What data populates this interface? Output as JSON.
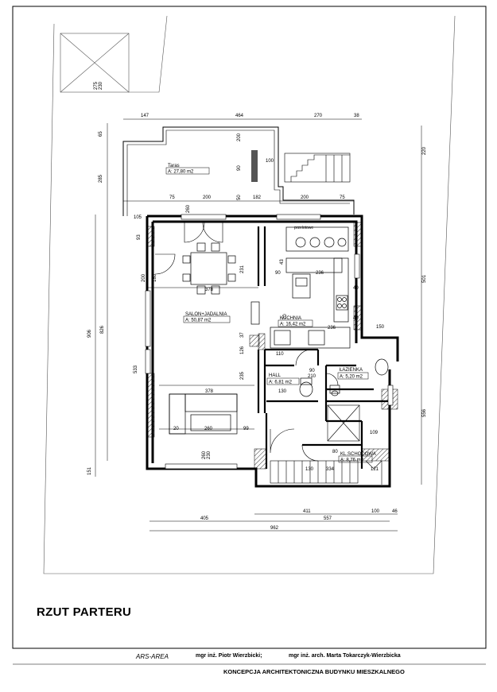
{
  "sheet_title": "RZUT PARTERU",
  "title_block": {
    "firm": "ARS-AREA",
    "author1": "mgr inż. Piotr Wierzbicki;",
    "author2": "mgr inż. arch. Marta Tokarczyk-Wierzbicka",
    "project": "KONCEPCJA ARCHITEKTONICZNA BUDYNKU MIESZKALNEGO"
  },
  "rooms": {
    "taras": {
      "name": "Taras",
      "area": "A: 27,80 m2"
    },
    "salon": {
      "name": "SALON+JADALNIA",
      "area": "A: 50,87 m2"
    },
    "kuchnia": {
      "name": "KUCHNIA",
      "area": "A: 16,42 m2"
    },
    "hall": {
      "name": "HALL",
      "area": "A: 6,81 m2"
    },
    "lazienka": {
      "name": "ŁAZIENKA",
      "area": "A: 5,20 m2"
    },
    "kl_schodowa": {
      "name": "KL.SCHODOWA",
      "area": "A: 8,76 m2"
    }
  },
  "labels": {
    "przelotowe": "przelotowe"
  },
  "dims": {
    "top": [
      "147",
      "464",
      "270",
      "38"
    ],
    "upper_row": [
      "75",
      "200",
      "182",
      "200",
      "75"
    ],
    "bottom1": [
      "411",
      "100",
      "46"
    ],
    "bottom2": [
      "405",
      "557"
    ],
    "bottom3": [
      "962"
    ],
    "left": [
      "65",
      "285",
      "906",
      "826",
      "533",
      "151"
    ],
    "right": [
      "220",
      "501",
      "556"
    ],
    "inner": [
      "378",
      "378",
      "236",
      "90",
      "40",
      "150",
      "109",
      "130",
      "210",
      "90",
      "110",
      "99",
      "260",
      "20",
      "230",
      "260",
      "260",
      "200",
      "180",
      "93",
      "231",
      "100",
      "130",
      "334",
      "121",
      "80",
      "236",
      "70",
      "40",
      "43",
      "126",
      "37",
      "235",
      "50",
      "90",
      "200",
      "275",
      "230",
      "105"
    ]
  }
}
